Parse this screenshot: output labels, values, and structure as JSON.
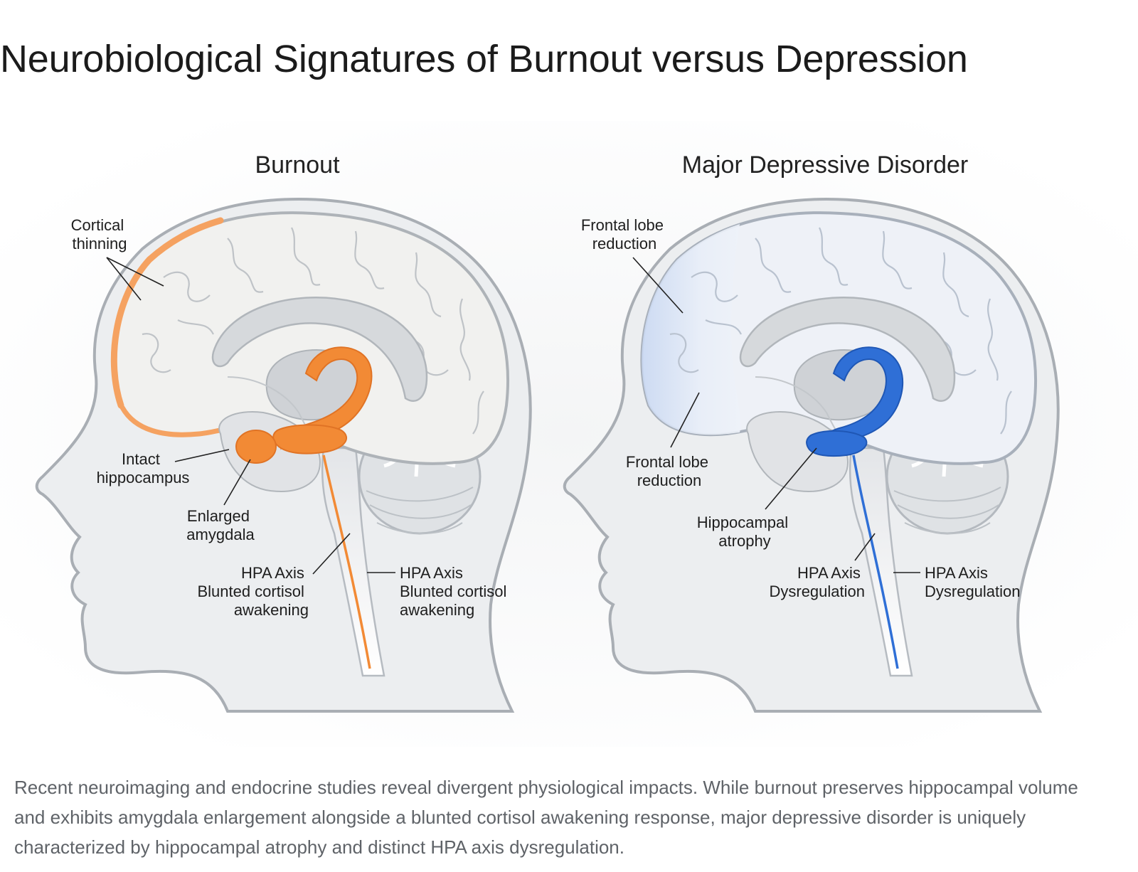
{
  "title": "Neurobiological Signatures of Burnout versus Depression",
  "panels": {
    "burnout": {
      "title": "Burnout",
      "accent": "#f28a35",
      "labels": {
        "cortical": [
          "Cortical",
          "thinning"
        ],
        "hippocampus": [
          "Intact",
          "hippocampus"
        ],
        "amygdala": [
          "Enlarged",
          "amygdala"
        ],
        "hpa_left": [
          "HPA Axis",
          "Blunted cortisol",
          "awakening"
        ],
        "hpa_right": [
          "HPA Axis",
          "Blunted cortisol",
          "awakening"
        ]
      }
    },
    "depression": {
      "title": "Major Depressive Disorder",
      "accent": "#2f6fd6",
      "labels": {
        "frontal_top": [
          "Frontal lobe",
          "reduction"
        ],
        "frontal_mid": [
          "Frontal lobe",
          "reduction"
        ],
        "hippocampus": [
          "Hippocampal",
          "atrophy"
        ],
        "hpa_left": [
          "HPA Axis",
          "Dysregulation"
        ],
        "hpa_right": [
          "HPA Axis",
          "Dysregulation"
        ]
      }
    }
  },
  "caption": "Recent neuroimaging and endocrine studies reveal divergent physiological impacts. While burnout preserves hippocampal volume and exhibits amygdala enlargement alongside a blunted cortisol awakening response, major depressive disorder is uniquely characterized by hippocampal atrophy and distinct HPA axis dysregulation."
}
